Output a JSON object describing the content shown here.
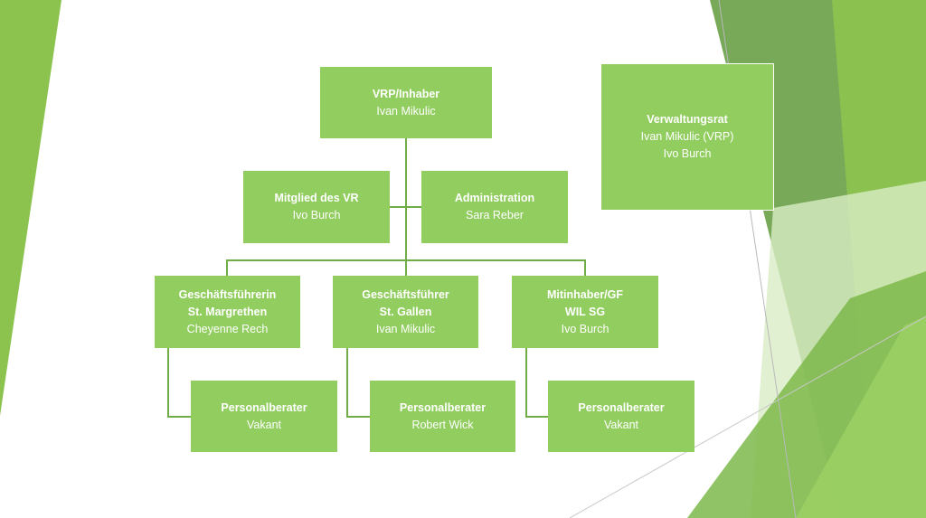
{
  "theme": {
    "box_fill": "#92cd5f",
    "connector": "#70ad47",
    "accent_dark": "#5a9a3a",
    "accent_light": "#d7ecc1"
  },
  "org_chart": {
    "root": {
      "title": "VRP/Inhaber",
      "name": "Ivan Mikulic"
    },
    "assistants": [
      {
        "title": "Mitglied des VR",
        "name": "Ivo Burch"
      },
      {
        "title": "Administration",
        "name": "Sara Reber"
      }
    ],
    "managers": [
      {
        "title_line1": "Geschäftsführerin",
        "title_line2": "St. Margrethen",
        "name": "Cheyenne Rech"
      },
      {
        "title_line1": "Geschäftsführer",
        "title_line2": "St. Gallen",
        "name": "Ivan Mikulic"
      },
      {
        "title_line1": "Mitinhaber/GF",
        "title_line2": "WIL SG",
        "name": "Ivo Burch"
      }
    ],
    "staff": [
      {
        "title": "Personalberater",
        "name": "Vakant"
      },
      {
        "title": "Personalberater",
        "name": "Robert Wick"
      },
      {
        "title": "Personalberater",
        "name": "Vakant"
      }
    ]
  },
  "board": {
    "title": "Verwaltungsrat",
    "members": [
      "Ivan Mikulic (VRP)",
      "Ivo Burch"
    ]
  }
}
